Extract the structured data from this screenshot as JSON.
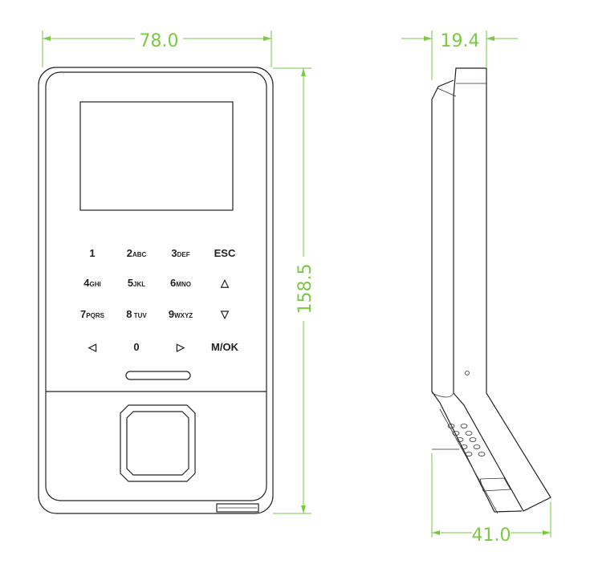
{
  "colors": {
    "dimension": "#7ac943",
    "outline": "#222222"
  },
  "dimensions": {
    "width": "78.0",
    "height": "158.5",
    "depth_top": "19.4",
    "depth_bottom": "41.0"
  },
  "keypad": [
    {
      "main": "1",
      "sub": ""
    },
    {
      "main": "2",
      "sub": "ABC"
    },
    {
      "main": "3",
      "sub": "DEF"
    },
    {
      "main": "ESC",
      "sub": ""
    },
    {
      "main": "4",
      "sub": "GHI"
    },
    {
      "main": "5",
      "sub": "JKL"
    },
    {
      "main": "6",
      "sub": "MNO"
    },
    {
      "main": "△",
      "sub": ""
    },
    {
      "main": "7",
      "sub": "PQRS"
    },
    {
      "main": "8",
      "sub": " TUV"
    },
    {
      "main": "9",
      "sub": "WXYZ"
    },
    {
      "main": "▽",
      "sub": ""
    },
    {
      "main": "◁",
      "sub": ""
    },
    {
      "main": "0",
      "sub": ""
    },
    {
      "main": "▷",
      "sub": ""
    },
    {
      "main": "M/OK",
      "sub": ""
    }
  ]
}
